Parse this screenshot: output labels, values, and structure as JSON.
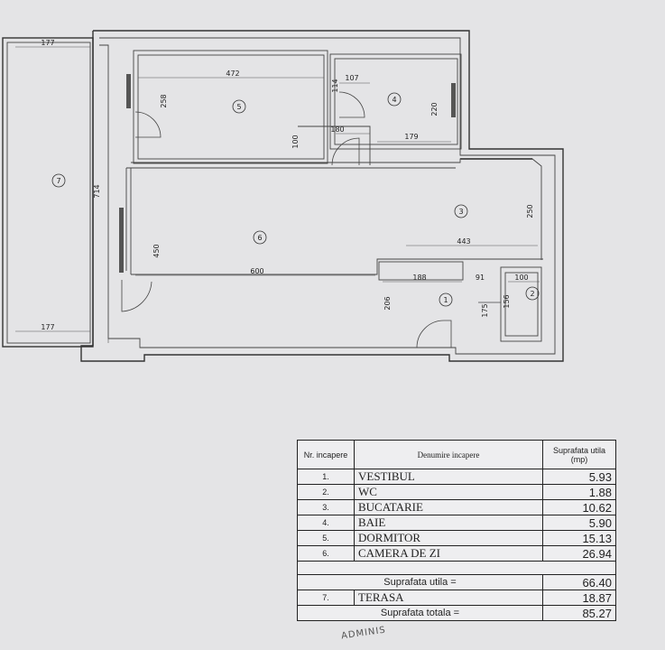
{
  "plan": {
    "dimensions": {
      "terrace_top_width": "177",
      "terrace_bottom_width": "177",
      "wall_height": "714",
      "bedroom_width": "472",
      "bedroom_height": "258",
      "bath_width": "107",
      "bath_side": "114",
      "bath_height": "220",
      "hall_180": "180",
      "hall_179": "179",
      "hall_100": "100",
      "kitchen_height": "250",
      "kitchen_width": "443",
      "living_height": "450",
      "living_width": "600",
      "vest_188": "188",
      "vest_91": "91",
      "wc_100": "100",
      "vest_206": "206",
      "vest_175": "175",
      "wc_156": "156"
    },
    "room_numbers": [
      "1",
      "2",
      "3",
      "4",
      "5",
      "6",
      "7"
    ]
  },
  "table": {
    "header": {
      "nr": "Nr. incapere",
      "name": "Denumire incapere",
      "area": "Suprafata utila (mp)"
    },
    "rows": [
      {
        "nr": "1.",
        "name": "VESTIBUL",
        "area": "5.93"
      },
      {
        "nr": "2.",
        "name": "WC",
        "area": "1.88"
      },
      {
        "nr": "3.",
        "name": "BUCATARIE",
        "area": "10.62"
      },
      {
        "nr": "4.",
        "name": "BAIE",
        "area": "5.90"
      },
      {
        "nr": "5.",
        "name": "DORMITOR",
        "area": "15.13"
      },
      {
        "nr": "6.",
        "name": "CAMERA DE ZI",
        "area": "26.94"
      }
    ],
    "useful_label": "Suprafata utila =",
    "useful_value": "66.40",
    "terrace": {
      "nr": "7.",
      "name": "TERASA",
      "area": "18.87"
    },
    "total_label": "Suprafata totala =",
    "total_value": "85.27"
  },
  "stamp": "ADMINIS"
}
